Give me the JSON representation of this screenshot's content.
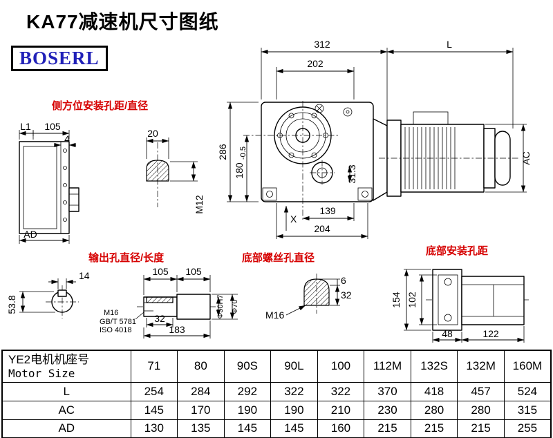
{
  "title": "KA77减速机尺寸图纸",
  "logo": "BOSERL",
  "colors": {
    "label_red": "#d60000",
    "logo_blue": "#2020b8"
  },
  "annotations": {
    "side_mount_label": "侧方位安装孔距/直径",
    "output_hole_label": "输出孔直径/长度",
    "bottom_screw_label": "底部螺丝孔直径",
    "bottom_mount_label": "底部安装孔距"
  },
  "dimensions": {
    "side_view": {
      "l1": "L1",
      "width": "105",
      "flange": "4",
      "ad": "AD",
      "screw_width": "20",
      "screw_thread": "M12"
    },
    "main_view": {
      "total_width": "312",
      "top_width": "202",
      "total_height": "286",
      "shaft_height": "180",
      "shaft_height_tol": "-0.5",
      "side_dim": "31.3",
      "hole_span": "139",
      "base_width": "204",
      "x_mark": "X"
    },
    "motor_view": {
      "length": "L",
      "frame_dia": "AC"
    },
    "output_view": {
      "key_width": "14",
      "bore_dim": "53.8",
      "len1": "105",
      "len2": "105",
      "thread": "M16",
      "std_gb": "GB/T 5781",
      "std_iso": "ISO 4018",
      "key_len": "32",
      "total_len": "183",
      "dia_small": "Φ50H7",
      "dia_big": "Φ70"
    },
    "bottom_screw_view": {
      "thread": "M16",
      "cap_h": "6",
      "depth": "32"
    },
    "bottom_mount_view": {
      "height": "154",
      "inner": "102",
      "w1": "48",
      "w2": "122"
    }
  },
  "table": {
    "header": {
      "zh": "YE2电机机座号",
      "en": "Motor Size"
    },
    "columns": [
      "71",
      "80",
      "90S",
      "90L",
      "100",
      "112M",
      "132S",
      "132M",
      "160M"
    ],
    "rows": [
      {
        "label": "L",
        "values": [
          "254",
          "284",
          "292",
          "322",
          "322",
          "370",
          "418",
          "457",
          "524"
        ]
      },
      {
        "label": "AC",
        "values": [
          "145",
          "170",
          "190",
          "190",
          "210",
          "230",
          "280",
          "280",
          "315"
        ]
      },
      {
        "label": "AD",
        "values": [
          "130",
          "135",
          "145",
          "145",
          "160",
          "215",
          "215",
          "215",
          "255"
        ]
      }
    ]
  }
}
